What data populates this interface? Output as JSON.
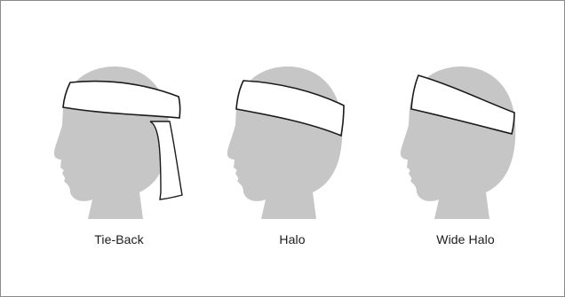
{
  "styles": [
    {
      "label": "Tie-Back"
    },
    {
      "label": "Halo"
    },
    {
      "label": "Wide Halo"
    }
  ],
  "colors": {
    "silhouette": "#c6c6c6",
    "headband_fill": "#ffffff",
    "headband_outline": "#1a1a1a",
    "frame_border": "#8a8a8a",
    "text": "#1a1a1a"
  }
}
